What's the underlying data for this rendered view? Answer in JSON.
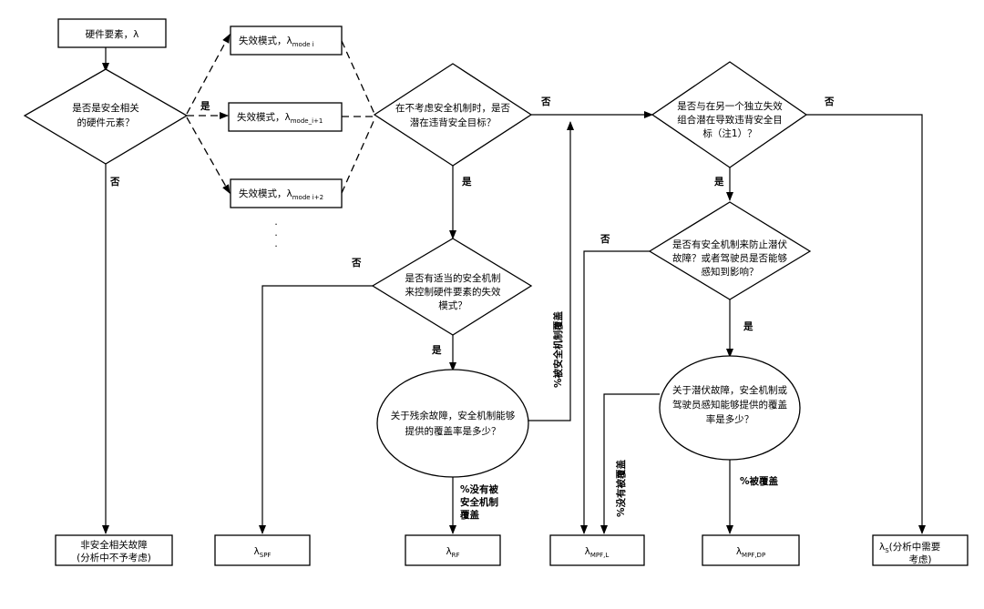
{
  "nodes": {
    "hw_element": "硬件要素，λ",
    "q_safety_related": [
      "是否是安全相关",
      "的硬件元素？"
    ],
    "fm1": "失效模式，λ",
    "fm1_sub": "mode i",
    "fm2": "失效模式，λ",
    "fm2_sub": "mode_i+1",
    "fm3": "失效模式，λ",
    "fm3_sub": "mode i+2",
    "ellipsis": "·",
    "q_violate_goal": [
      "在不考虑安全机制时，是否",
      "潜在违背安全目标？"
    ],
    "q_mechanism": [
      "是否有适当的安全机制",
      "来控制硬件要素的失效",
      "模式？"
    ],
    "q_residual_coverage": [
      "关于残余故障，安全机制能够",
      "提供的覆盖率是多少？"
    ],
    "q_combination": [
      "是否与在另一个独立失效",
      "组合潜在导致违背安全目",
      "标（注1）？"
    ],
    "q_latent_prevent": [
      "是否有安全机制来防止潜伏",
      "故障？或者驾驶员是否能够",
      "感知到影响？"
    ],
    "q_latent_coverage": [
      "关于潜伏故障，安全机制或",
      "驾驶员感知能够提供的覆盖",
      "率是多少？"
    ],
    "out_non_safety": [
      "非安全相关故障",
      "(分析中不予考虑)"
    ],
    "out_spf": "λ",
    "out_spf_sub": "SPF",
    "out_rf": "λ",
    "out_rf_sub": "RF",
    "out_mpf_l": "λ",
    "out_mpf_l_sub": "MPF,L",
    "out_mpf_dp": "λ",
    "out_mpf_dp_sub": "MPF,DP",
    "out_s": [
      "λ",
      "S",
      "(分析中需要",
      "考虑)"
    ]
  },
  "edge_labels": {
    "yes": "是",
    "no": "否",
    "pct_not_covered_sm": [
      "%没有被",
      "安全机制",
      "覆盖"
    ],
    "pct_covered_sm": "%被安全机制覆盖",
    "pct_not_covered": "%没有被覆盖",
    "pct_covered": "%被覆盖"
  }
}
